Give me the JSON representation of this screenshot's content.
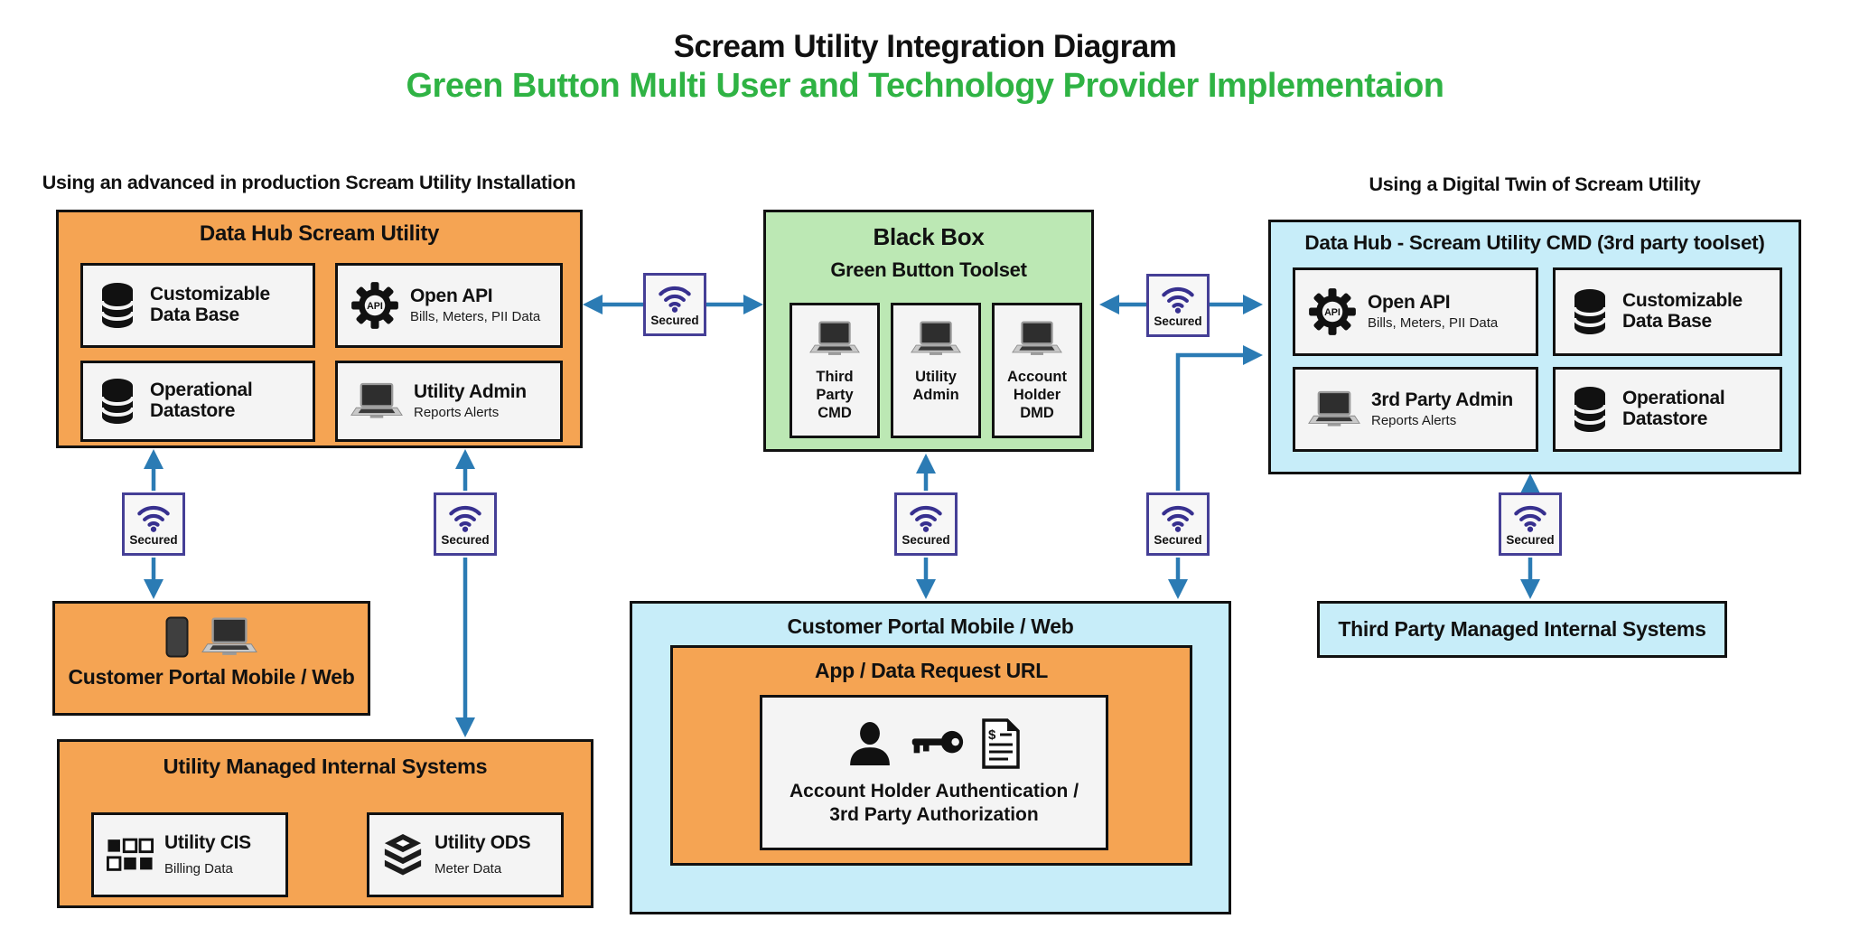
{
  "header": {
    "title": "Scream Utility Integration Diagram",
    "subtitle": "Green Button Multi User and Technology Provider Implementaion"
  },
  "left": {
    "label": "Using an advanced in production Scream Utility Installation",
    "hub": {
      "title": "Data Hub Scream Utility",
      "cards": [
        {
          "icon": "database-icon",
          "title": "Customizable Data Base"
        },
        {
          "icon": "api-gear-icon",
          "title": "Open API",
          "subtitle": "Bills, Meters, PII Data"
        },
        {
          "icon": "database-icon",
          "title": "Operational Datastore"
        },
        {
          "icon": "laptop-icon",
          "title": "Utility Admin",
          "subtitle": "Reports Alerts"
        }
      ]
    },
    "portal": {
      "title": "Customer Portal Mobile / Web",
      "icons": [
        "phone-icon",
        "laptop-icon"
      ]
    },
    "internal": {
      "title": "Utility Managed Internal Systems",
      "cards": [
        {
          "icon": "grid-icon",
          "title": "Utility CIS",
          "subtitle": "Billing Data"
        },
        {
          "icon": "layers-icon",
          "title": "Utility ODS",
          "subtitle": "Meter Data"
        }
      ]
    }
  },
  "center": {
    "blackbox": {
      "title": "Black Box",
      "subtitle": "Green Button Toolset",
      "terminals": [
        {
          "icon": "laptop-icon",
          "label": "Third Party CMD"
        },
        {
          "icon": "laptop-icon",
          "label": "Utility Admin"
        },
        {
          "icon": "laptop-icon",
          "label": "Account Holder DMD"
        }
      ]
    },
    "portal": {
      "title": "Customer Portal Mobile / Web",
      "app": {
        "title": "App / Data Request URL",
        "auth": {
          "icons": [
            "person-icon",
            "key-icon",
            "invoice-icon"
          ],
          "label": "Account Holder Authentication / 3rd Party Authorization"
        }
      }
    }
  },
  "right": {
    "label": "Using a Digital Twin of Scream Utility",
    "hub": {
      "title": "Data Hub - Scream Utility CMD  (3rd party toolset)",
      "cards": [
        {
          "icon": "api-gear-icon",
          "title": "Open API",
          "subtitle": "Bills, Meters, PII Data"
        },
        {
          "icon": "database-icon",
          "title": "Customizable Data Base"
        },
        {
          "icon": "laptop-icon",
          "title": "3rd Party Admin",
          "subtitle": "Reports Alerts"
        },
        {
          "icon": "database-icon",
          "title": "Operational Datastore"
        }
      ]
    },
    "internal": {
      "title": "Third Party Managed Internal Systems"
    }
  },
  "secured": {
    "label": "Secured"
  },
  "colors": {
    "orange": "#F5A453",
    "green_panel": "#BCE8B4",
    "blue_panel": "#C7EDF9",
    "subtitle_green": "#2FB344",
    "arrow_blue": "#2B7BB4",
    "wifi_indigo": "#37308F",
    "secured_border": "#453F96"
  }
}
